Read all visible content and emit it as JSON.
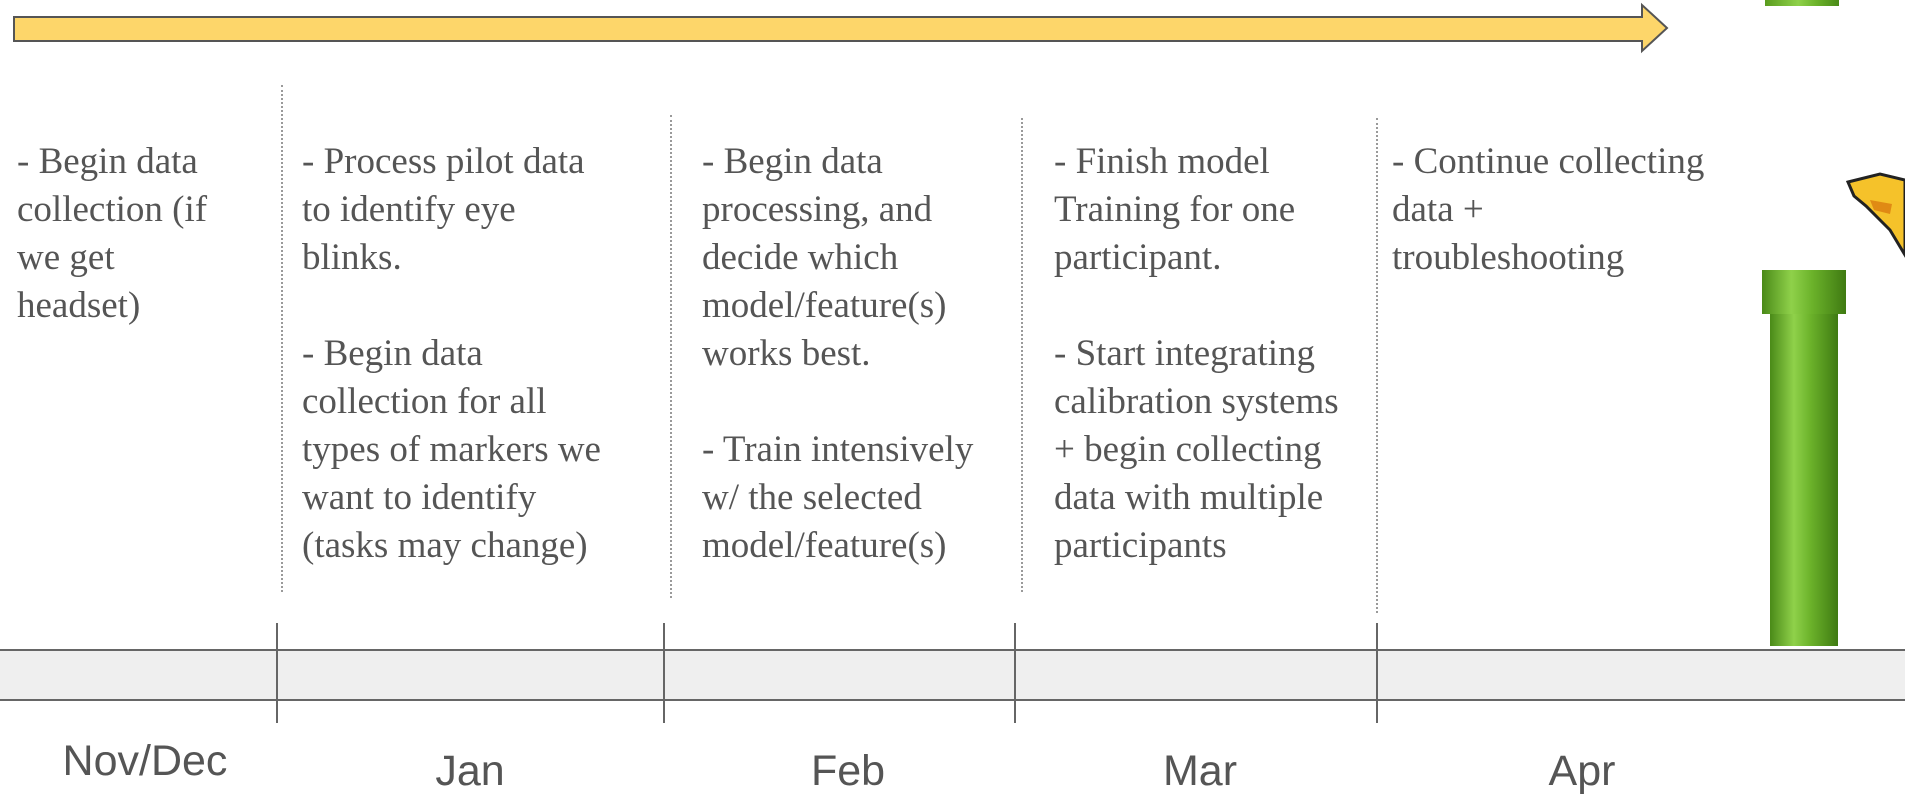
{
  "colors": {
    "arrow_fill": "#fdd66a",
    "arrow_stroke": "#555555",
    "text": "#555555",
    "bar_fill": "#efefef",
    "pipe_green": "#6bb22a",
    "bird_yellow": "#f5c22a"
  },
  "icons": [
    "flappy-pipe-icon",
    "flappy-bird-icon"
  ],
  "columns": [
    {
      "id": "nov-dec",
      "notes": "- Begin data\ncollection (if\nwe get\nheadset)"
    },
    {
      "id": "jan",
      "notes": "- Process pilot data\nto identify eye\nblinks.\n\n- Begin data\ncollection for all\ntypes of markers we\nwant to identify\n(tasks may change)"
    },
    {
      "id": "feb",
      "notes": "- Begin data\nprocessing, and\ndecide which\nmodel/feature(s)\nworks best.\n\n- Train intensively\nw/ the selected\nmodel/feature(s)"
    },
    {
      "id": "mar",
      "notes": "- Finish model\nTraining for one\nparticipant.\n\n- Start integrating\ncalibration systems\n+ begin collecting\ndata with multiple\nparticipants"
    },
    {
      "id": "apr",
      "notes": "- Continue collecting\ndata +\ntroubleshooting"
    }
  ],
  "months": [
    "Nov/Dec",
    "Jan",
    "Feb",
    "Mar",
    "Apr"
  ]
}
